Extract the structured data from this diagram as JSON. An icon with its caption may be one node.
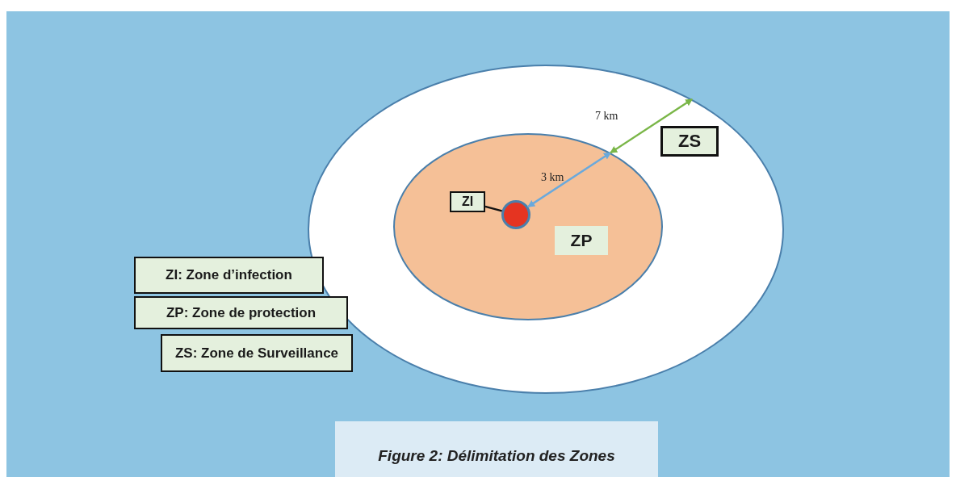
{
  "diagram": {
    "caption": "Figure 2: Délimitation des Zones",
    "nodes": [
      {
        "text": [],
        "shape": "ellipse"
      },
      {
        "text": [],
        "shape": "ellipse",
        "in": 0
      },
      {
        "text": [],
        "shape": "circle",
        "in": 1
      },
      {
        "text": [
          "ZS"
        ],
        "in": 0
      },
      {
        "text": [
          "ZP"
        ],
        "in": 1
      },
      {
        "text": [
          "ZI"
        ],
        "in": 1
      },
      {
        "text": [
          "ZI: Zone d’infection"
        ]
      },
      {
        "text": [
          "ZP: Zone de protection"
        ]
      },
      {
        "text": [
          "ZS: Zone de Surveillance"
        ]
      }
    ],
    "edges": [
      {
        "from": 5,
        "to": 2,
        "arrow": "none"
      },
      {
        "from": 2,
        "to": 1,
        "arrow": "both",
        "label": "3 km",
        "color": "#6aa9dc"
      },
      {
        "from": 1,
        "to": 0,
        "arrow": "both",
        "label": "7 km",
        "color": "#7ab648"
      }
    ]
  }
}
